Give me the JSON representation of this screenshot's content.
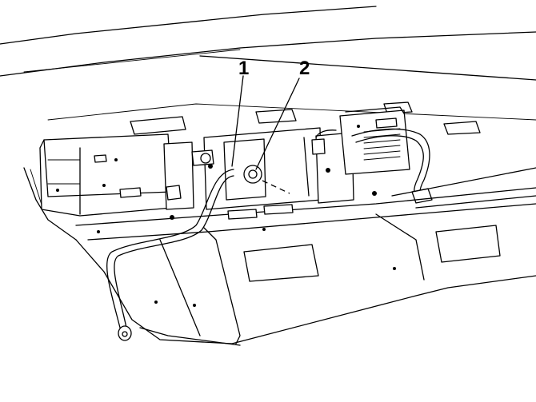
{
  "callouts": [
    {
      "id": "1",
      "label": "1",
      "target": "battery-cable"
    },
    {
      "id": "2",
      "label": "2",
      "target": "cable-nut"
    }
  ],
  "colors": {
    "line": "#000000",
    "background": "#ffffff"
  }
}
